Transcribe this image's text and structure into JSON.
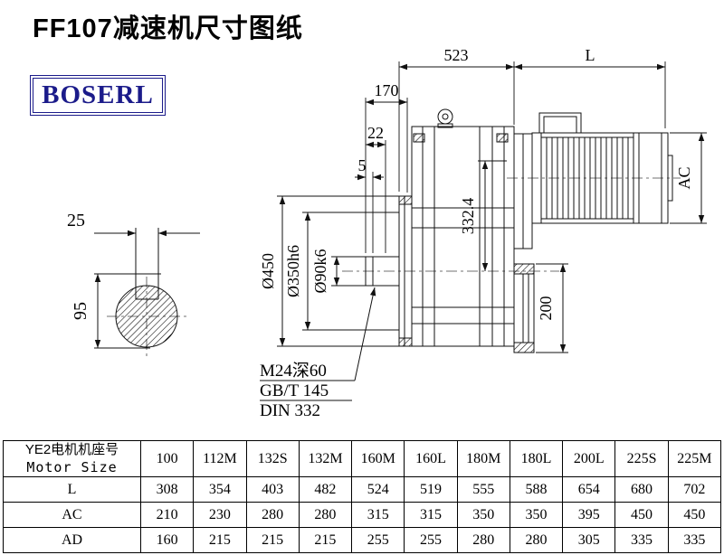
{
  "page": {
    "title": "FF107减速机尺寸图纸",
    "brand": "BOSERL"
  },
  "drawing": {
    "dims": {
      "overall_length": "523",
      "motor_length": "L",
      "shaft_proj": "170",
      "dim_22": "22",
      "dim_5": "5",
      "key_width": "25",
      "key_height": "95",
      "flange_dia": "Ø450",
      "spigot_dia": "Ø350h6",
      "shaft_dia": "Ø90k6",
      "center_height": "332.4",
      "output_flange_len": "200",
      "motor_dia": "AC"
    },
    "notes": [
      "M24深60",
      "GB/T 145",
      "DIN 332"
    ]
  },
  "table": {
    "header_cn": "YE2电机机座号",
    "header_en": "Motor Size",
    "columns": [
      "100",
      "112M",
      "132S",
      "132M",
      "160M",
      "160L",
      "180M",
      "180L",
      "200L",
      "225S",
      "225M"
    ],
    "rows": [
      {
        "label": "L",
        "values": [
          "308",
          "354",
          "403",
          "482",
          "524",
          "519",
          "555",
          "588",
          "654",
          "680",
          "702"
        ]
      },
      {
        "label": "AC",
        "values": [
          "210",
          "230",
          "280",
          "280",
          "315",
          "315",
          "350",
          "350",
          "395",
          "450",
          "450"
        ]
      },
      {
        "label": "AD",
        "values": [
          "160",
          "215",
          "215",
          "215",
          "255",
          "255",
          "280",
          "280",
          "305",
          "335",
          "335"
        ]
      }
    ]
  }
}
